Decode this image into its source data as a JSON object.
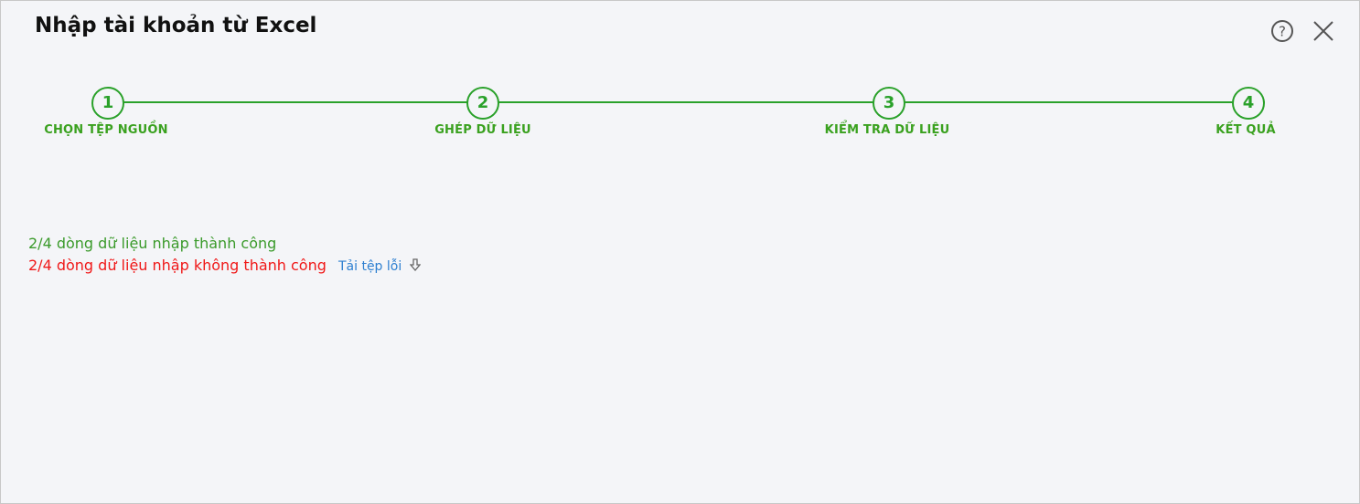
{
  "dialog": {
    "title": "Nhập tài khoản từ Excel"
  },
  "steps": [
    {
      "number": "1",
      "label": "CHỌN TỆP NGUỒN"
    },
    {
      "number": "2",
      "label": "GHÉP DỮ LIỆU"
    },
    {
      "number": "3",
      "label": "KIỂM TRA DỮ LIỆU"
    },
    {
      "number": "4",
      "label": "KẾT QUẢ"
    }
  ],
  "result": {
    "success_text": "2/4 dòng dữ liệu nhập thành công",
    "fail_text": "2/4 dòng dữ liệu nhập không thành công",
    "download_errors_label": "Tải tệp lỗi"
  },
  "colors": {
    "accent": "#2aa12a",
    "success": "#3a9a2a",
    "error": "#f01818",
    "link": "#2d7fd0"
  }
}
